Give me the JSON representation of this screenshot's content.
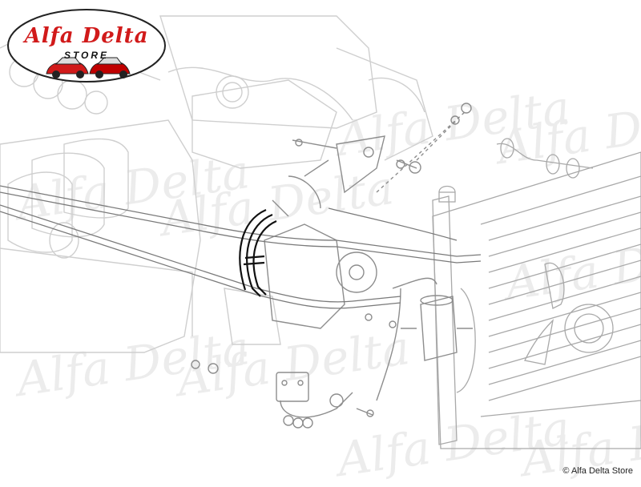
{
  "brand": {
    "logo_title": "Alfa Delta",
    "logo_subtitle": "STORE",
    "accent_color": "#d11a1a"
  },
  "watermark": {
    "text": "Alfa Delta"
  },
  "copyright": "© Alfa Delta Store",
  "icons": {
    "logo_cars": "classic-alfa-romeo-cars-icon"
  }
}
